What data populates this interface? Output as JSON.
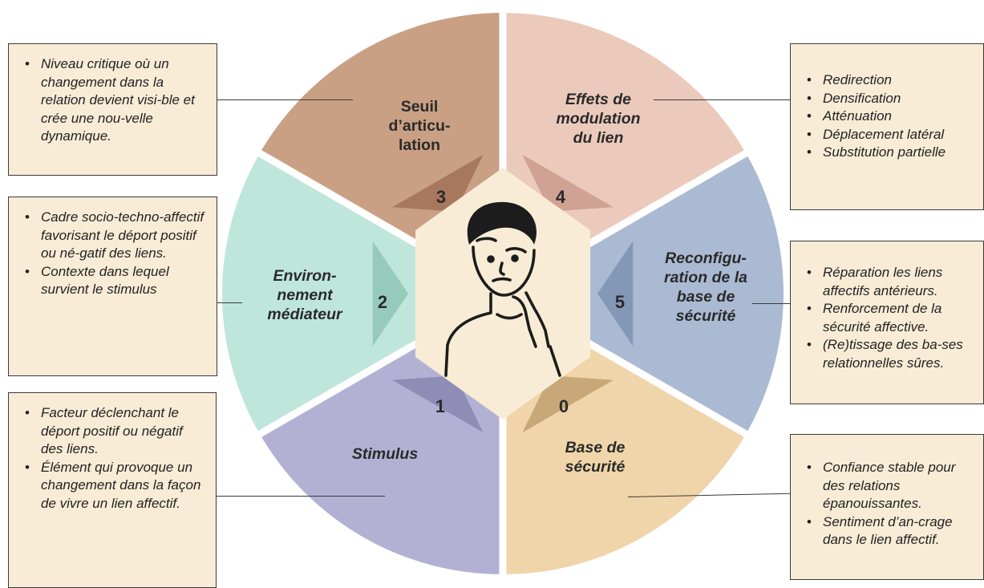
{
  "colors": {
    "seg0": "#f0d5aa",
    "seg1": "#b3b1d3",
    "seg2": "#bfe6da",
    "seg3": "#c9a084",
    "seg4": "#ebcabc",
    "seg5": "#abbad3",
    "center": "#f8ecd6",
    "box_bg": "#f8ecd6"
  },
  "segments": {
    "s0": {
      "number": "0",
      "label_lines": [
        "Base de",
        "sécurité"
      ]
    },
    "s1": {
      "number": "1",
      "label_lines": [
        "Stimulus"
      ]
    },
    "s2": {
      "number": "2",
      "label_lines": [
        "Environ-",
        "nement",
        "médiateur"
      ]
    },
    "s3": {
      "number": "3",
      "label_lines": [
        "Seuil",
        "d’articu-",
        "lation"
      ]
    },
    "s4": {
      "number": "4",
      "label_lines": [
        "Effets de",
        "modulation",
        "du lien"
      ]
    },
    "s5": {
      "number": "5",
      "label_lines": [
        "Reconfigu-",
        "ration de la",
        "base de",
        "sécurité"
      ]
    }
  },
  "boxes": {
    "seuil": [
      "Niveau critique où un changement dans la relation devient visi-ble et crée une nou-velle dynamique."
    ],
    "environnement": [
      "Cadre socio-techno-affectif favorisant le déport positif ou né-gatif des liens.",
      "Contexte dans lequel survient le stimulus"
    ],
    "stimulus": [
      "Facteur déclenchant le déport positif ou négatif des liens.",
      "Élément qui provoque un changement dans la façon de vivre un lien affectif."
    ],
    "effets": [
      "Redirection",
      "Densification",
      "Atténuation",
      "Déplacement latéral",
      "Substitution partielle"
    ],
    "reconfiguration": [
      "Réparation les liens affectifs antérieurs.",
      "Renforcement de la sécurité affective.",
      "(Re)tissage des ba-ses relationnelles sûres."
    ],
    "base": [
      "Confiance stable pour des relations épanouissantes.",
      "Sentiment d’an-crage dans le lien affectif."
    ]
  },
  "icons": {
    "center": "thinking-person-icon"
  }
}
